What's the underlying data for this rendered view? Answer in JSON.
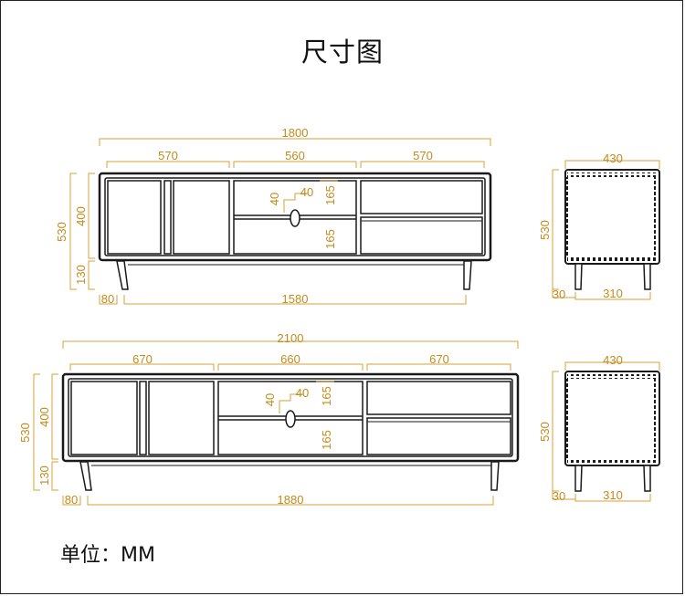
{
  "page": {
    "title": "尺寸图",
    "unit_label": "单位：MM"
  },
  "colors": {
    "dimension": "#d9a13a",
    "dimension_text": "#c48a1c",
    "furniture": "#1a1a1a"
  },
  "cabinet_1800": {
    "overall_width": "1800",
    "section_left": "570",
    "section_middle": "560",
    "section_right": "570",
    "total_height": "530",
    "body_height": "400",
    "leg_height": "130",
    "leg_inset": "80",
    "leg_span": "1580",
    "handle_w": "40",
    "handle_h": "40",
    "drawer_upper": "165",
    "drawer_lower": "165"
  },
  "cabinet_2100": {
    "overall_width": "2100",
    "section_left": "670",
    "section_middle": "660",
    "section_right": "670",
    "total_height": "530",
    "body_height": "400",
    "leg_height": "130",
    "leg_inset": "80",
    "leg_span": "1880",
    "handle_w": "40",
    "handle_h": "40",
    "drawer_upper": "165",
    "drawer_lower": "165"
  },
  "side_view_top": {
    "depth": "430",
    "height": "530",
    "leg_inset": "30",
    "leg_span": "310"
  },
  "side_view_bottom": {
    "depth": "430",
    "height": "530",
    "leg_inset": "30",
    "leg_span": "310"
  }
}
